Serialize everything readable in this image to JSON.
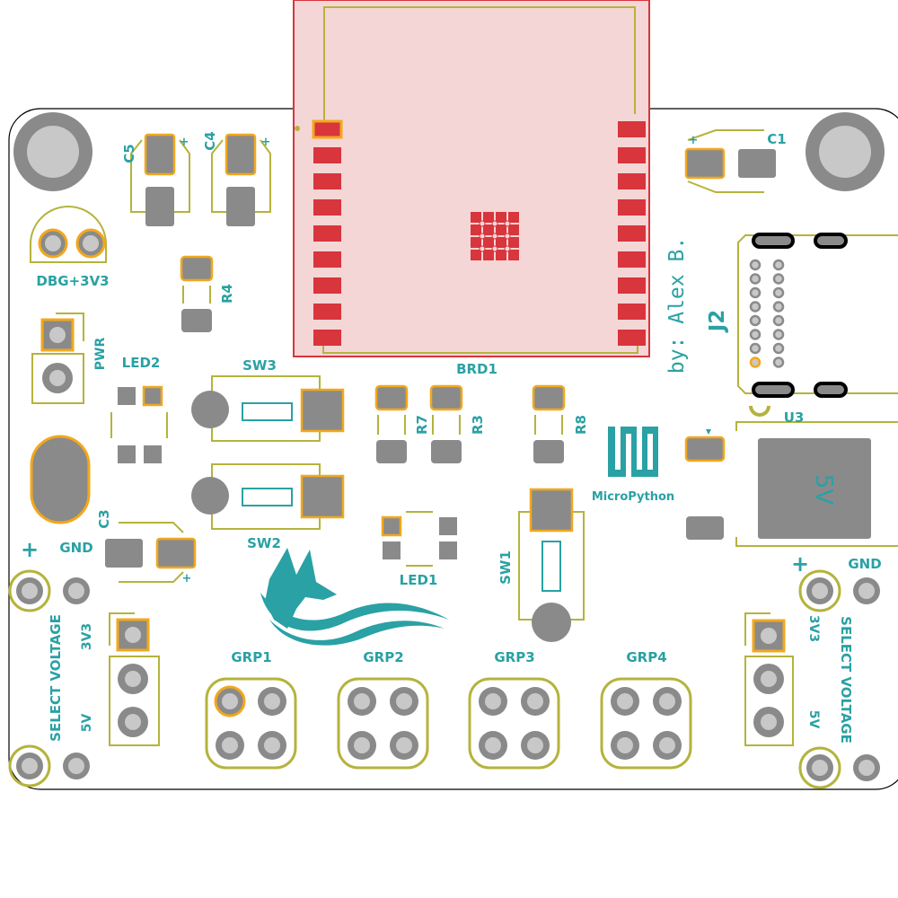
{
  "board": {
    "author": "by: Alex B.",
    "logo_text": "MicroPython",
    "colors": {
      "pcb": "#ffffff",
      "silk": "#2aa1a4",
      "pad": "#8a8a8a",
      "pad_outline": "#f2a81d",
      "module_fill": "#f5d6d6",
      "module_outline": "#d8353c",
      "module_pad": "#d8353c",
      "ring": "#b5b33c",
      "hole": "#c8c8c8"
    }
  },
  "labels": {
    "c5": "C5",
    "c4": "C4",
    "c1": "C1",
    "c3": "C3",
    "r4": "R4",
    "r7": "R7",
    "r3": "R3",
    "r8": "R8",
    "led1": "LED1",
    "led2": "LED2",
    "sw1": "SW1",
    "sw2": "SW2",
    "sw3": "SW3",
    "brd1": "BRD1",
    "j2": "J2",
    "u3": "U3",
    "dbg": "DBG+3V3",
    "pwr": "PWR",
    "grp1": "GRP1",
    "grp2": "GRP2",
    "grp3": "GRP3",
    "grp4": "GRP4",
    "gnd_left": "GND",
    "gnd_right": "GND",
    "plus_left": "+",
    "plus_right": "+",
    "select_left": "SELECT VOLTAGE",
    "select_right": "SELECT VOLTAGE",
    "v33_left": "3V3",
    "v5_left": "5V",
    "v33_right": "3V3",
    "v5_right": "5V",
    "u3_value": "5V",
    "polarity_plus": "+"
  }
}
